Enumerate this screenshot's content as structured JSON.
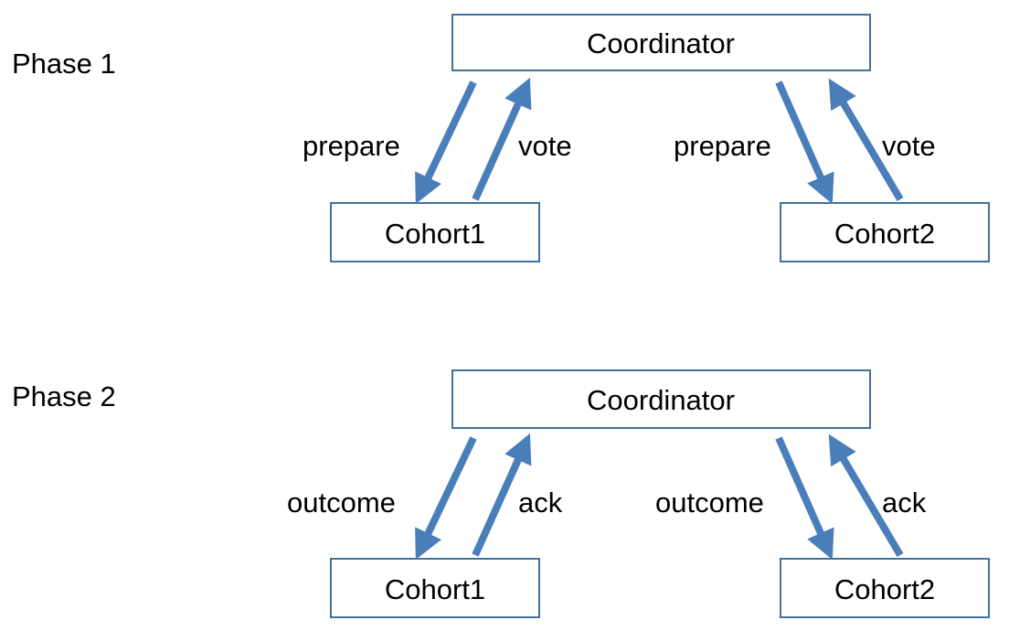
{
  "colors": {
    "arrow": "#4a7ebb",
    "box_border": "#41719c",
    "text": "#000000",
    "background": "#ffffff"
  },
  "phases": [
    {
      "label": "Phase 1",
      "coordinator": "Coordinator",
      "cohorts": [
        "Cohort1",
        "Cohort2"
      ],
      "down_label": "prepare",
      "up_label": "vote"
    },
    {
      "label": "Phase 2",
      "coordinator": "Coordinator",
      "cohorts": [
        "Cohort1",
        "Cohort2"
      ],
      "down_label": "outcome",
      "up_label": "ack"
    }
  ]
}
